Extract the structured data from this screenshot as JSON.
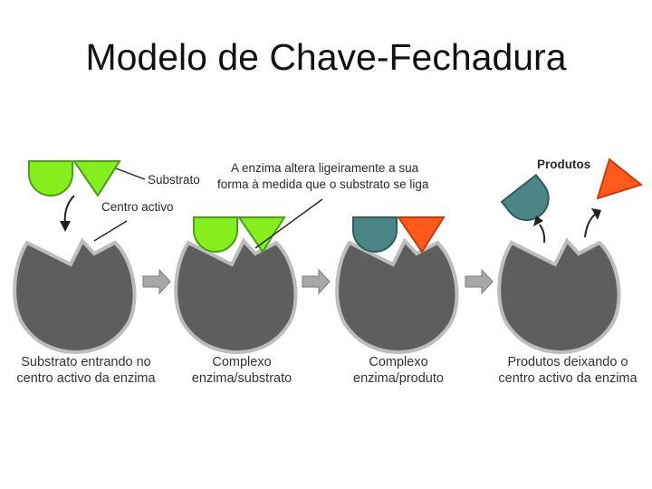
{
  "title": "Modelo de Chave-Fechadura",
  "labels": {
    "substrate": "Substrato",
    "active_site": "Centro activo",
    "shape_change_line1": "A enzima altera ligeiramente a sua",
    "shape_change_line2": "forma à medida que o substrato se liga",
    "products": "Produtos"
  },
  "captions": [
    {
      "line1": "Substrato entrando no",
      "line2": "centro activo da enzima"
    },
    {
      "line1": "Complexo",
      "line2": "enzima/substrato"
    },
    {
      "line1": "Complexo",
      "line2": "enzima/produto"
    },
    {
      "line1": "Produtos deixando o",
      "line2": "centro activo da enzima"
    }
  ],
  "colors": {
    "enzyme": "#5e5e5e",
    "enzyme_outline": "#bdbdbd",
    "substrate": "#86ee1c",
    "substrate_outline": "#4aa012",
    "product_teal": "#4a8686",
    "product_red": "#ff5a1c",
    "arrow": "#a8a8a8"
  }
}
